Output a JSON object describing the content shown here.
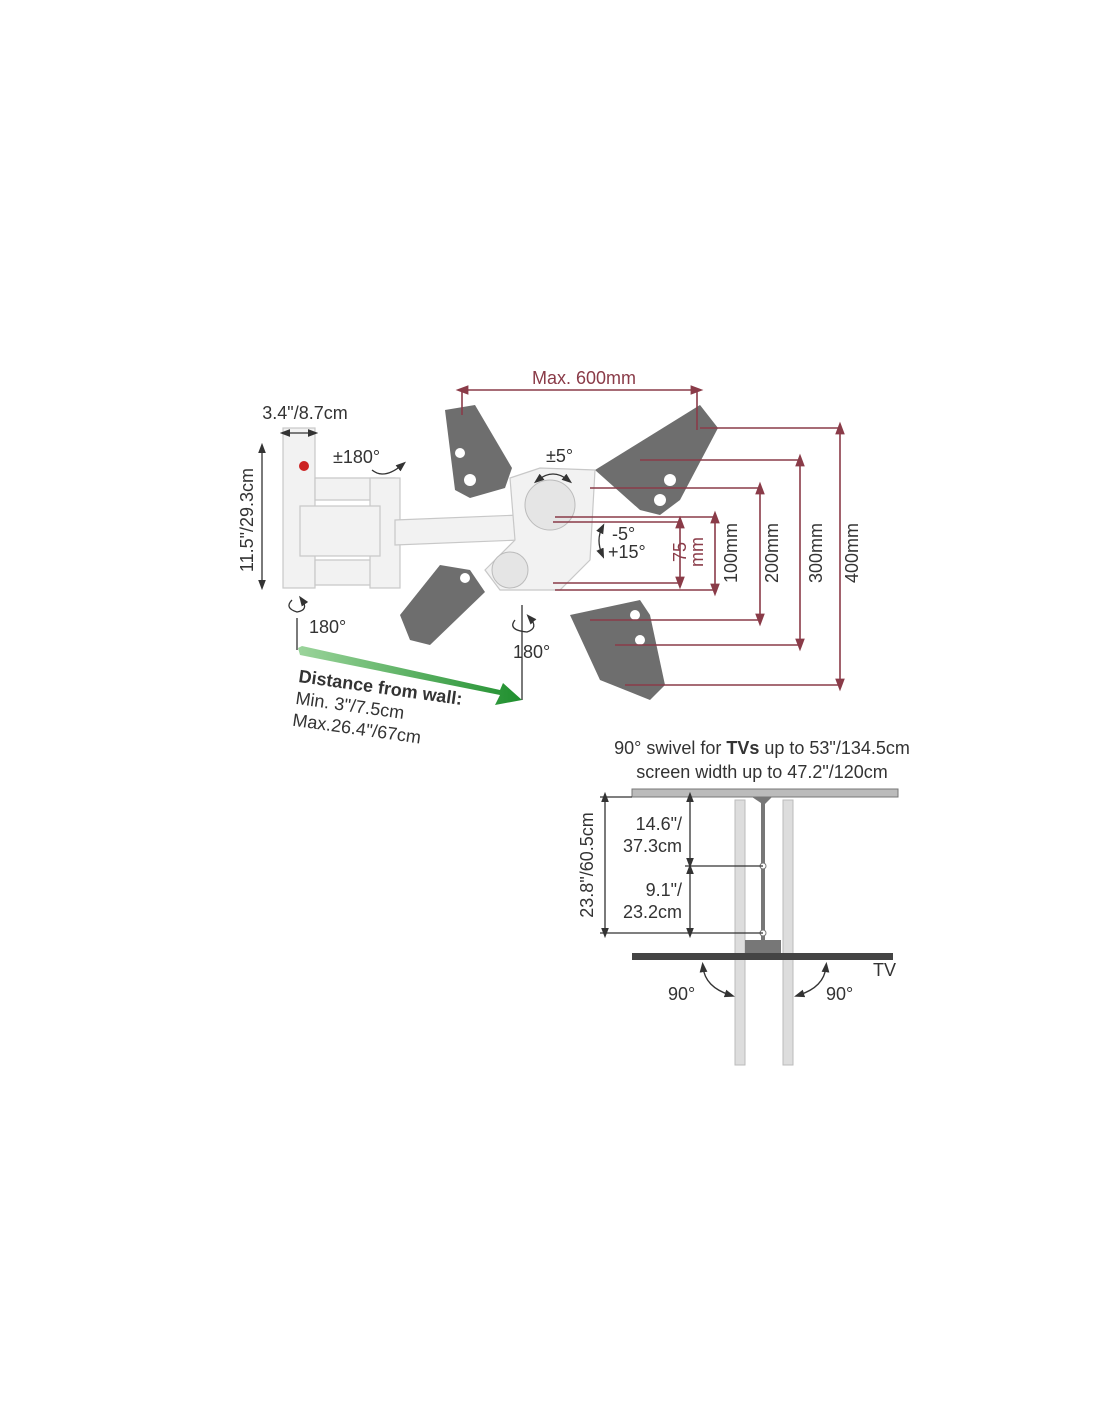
{
  "mount": {
    "max_width": "Max. 600mm",
    "plate_width": "3.4\"/8.7cm",
    "plate_height": "11.5\"/29.3cm",
    "arm_rotation": "±180°",
    "swivel": "±5°",
    "tilt_down": "-5°",
    "tilt_up": "+15°",
    "vesa_75": "75",
    "vesa_75_unit": "mm",
    "vesa_100": "100mm",
    "vesa_200": "200mm",
    "vesa_300": "300mm",
    "vesa_400": "400mm",
    "wall_rotation": "180°",
    "head_rotation": "180°"
  },
  "distance": {
    "title": "Distance from wall:",
    "min": "Min. 3\"/7.5cm",
    "max": "Max.26.4\"/67cm",
    "arrow_color": "#2e9a3a"
  },
  "swivel_view": {
    "line1_pre": "90° swivel for ",
    "line1_bold": "TVs",
    "line1_post": " up to 53\"/134.5cm",
    "line2": "screen width up to 47.2\"/120cm",
    "total_depth": "23.8\"/60.5cm",
    "upper_arm_1": "14.6\"/",
    "upper_arm_2": "37.3cm",
    "lower_arm_1": "9.1\"/",
    "lower_arm_2": "23.2cm",
    "tv_label": "TV",
    "swivel_left": "90°",
    "swivel_right": "90°"
  },
  "colors": {
    "dimension": "#8a3b48",
    "plate": "#6e6e6e"
  }
}
